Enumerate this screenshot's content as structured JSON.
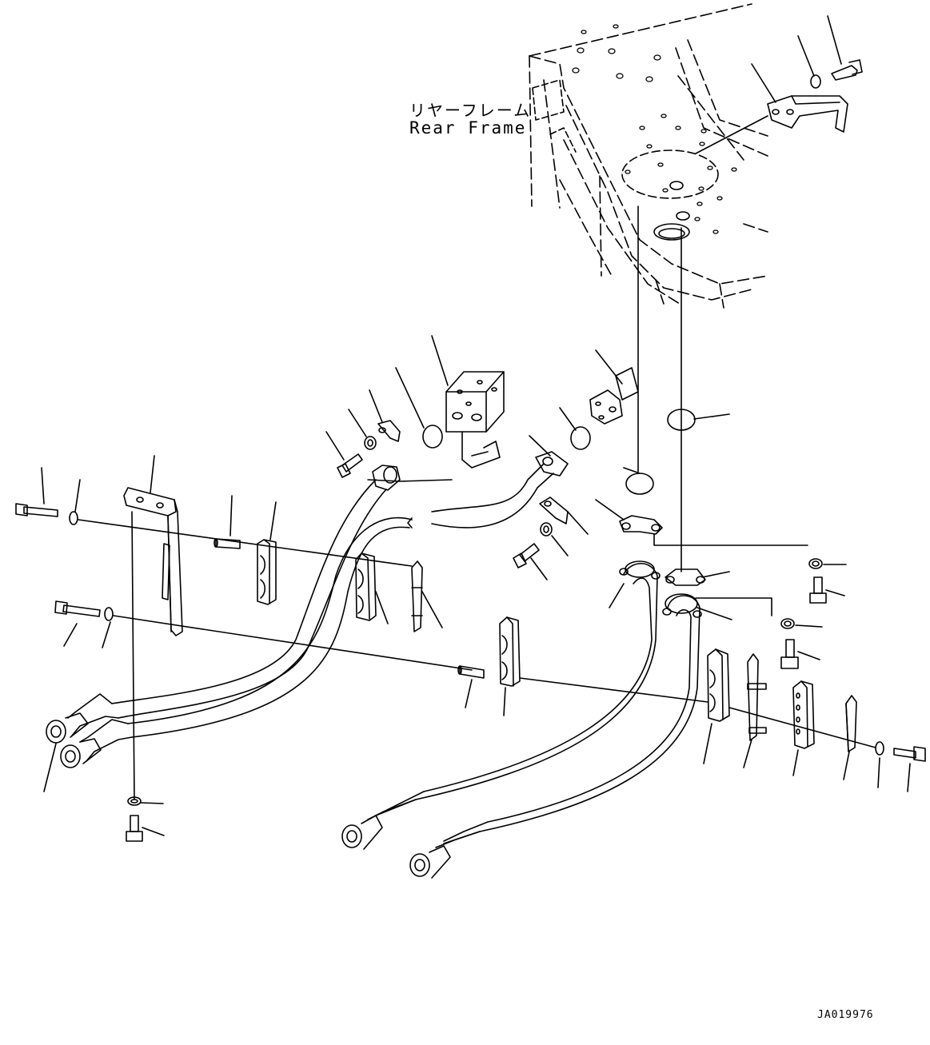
{
  "labels": {
    "frame_jp": "リヤーフレーム",
    "frame_en": "Rear Frame",
    "drawing_id": "JA019976"
  },
  "colors": {
    "line": "#000000",
    "background": "#ffffff"
  }
}
